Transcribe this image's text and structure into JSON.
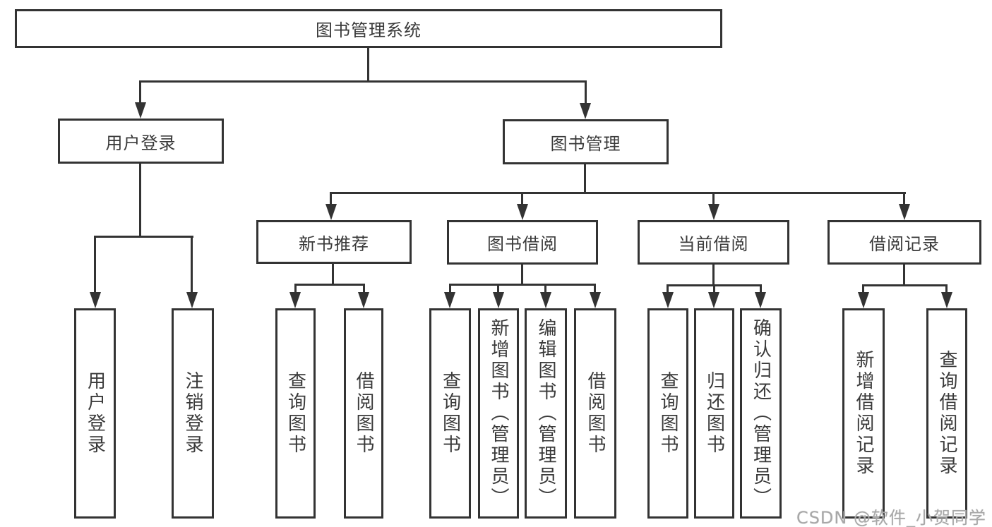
{
  "diagram": {
    "type": "hierarchy-tree",
    "orientation": "top-down"
  },
  "colors": {
    "background": "#ffffff",
    "line": "#333333",
    "text": "#3a3a3a",
    "watermark": "#a8a8a8"
  },
  "root": {
    "label": "图书管理系统",
    "children": [
      {
        "label": "用户登录",
        "children": [
          {
            "label": "用户登录"
          },
          {
            "label": "注销登录"
          }
        ]
      },
      {
        "label": "图书管理",
        "children": [
          {
            "label": "新书推荐",
            "children": [
              {
                "label": "查询图书"
              },
              {
                "label": "借阅图书"
              }
            ]
          },
          {
            "label": "图书借阅",
            "children": [
              {
                "label": "查询图书"
              },
              {
                "label": "新增图书（管理员）"
              },
              {
                "label": "编辑图书（管理员）"
              },
              {
                "label": "借阅图书"
              }
            ]
          },
          {
            "label": "当前借阅",
            "children": [
              {
                "label": "查询图书"
              },
              {
                "label": "归还图书"
              },
              {
                "label": "确认归还（管理员）"
              }
            ]
          },
          {
            "label": "借阅记录",
            "children": [
              {
                "label": "新增借阅记录"
              },
              {
                "label": "查询借阅记录"
              }
            ]
          }
        ]
      }
    ]
  },
  "watermark": "CSDN @软件_小贺同学"
}
